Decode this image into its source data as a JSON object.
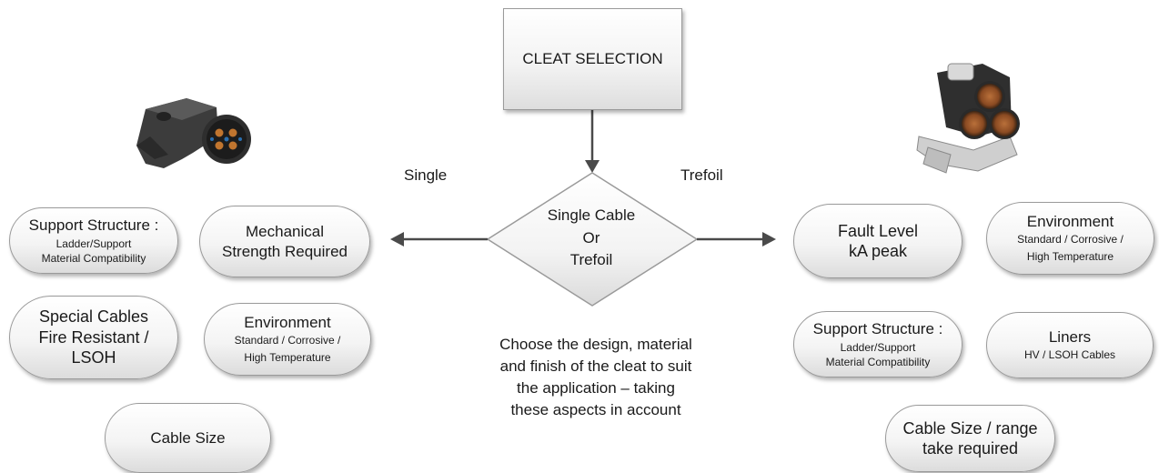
{
  "top_box": "CLEAT SELECTION",
  "decision": {
    "line1": "Single Cable",
    "line2": "Or",
    "line3": "Trefoil"
  },
  "branch_left": "Single",
  "branch_right": "Trefoil",
  "caption": {
    "line1": "Choose the design, material",
    "line2": "and finish of the cleat to suit",
    "line3": "the application – taking",
    "line4": "these aspects in account"
  },
  "left": {
    "support": {
      "title": "Support Structure :",
      "sub1": "Ladder/Support",
      "sub2": "Material Compatibility"
    },
    "mechanical": {
      "line1": "Mechanical",
      "line2": "Strength Required"
    },
    "special": {
      "line1": "Special Cables",
      "line2": "Fire Resistant /",
      "line3": "LSOH"
    },
    "environment": {
      "title": "Environment",
      "sub1": "Standard / Corrosive /",
      "sub2": "High Temperature"
    },
    "cable_size": "Cable Size"
  },
  "right": {
    "fault": {
      "line1": "Fault Level",
      "line2": "kA peak"
    },
    "environment": {
      "title": "Environment",
      "sub1": "Standard / Corrosive /",
      "sub2": "High Temperature"
    },
    "support": {
      "title": "Support Structure :",
      "sub1": "Ladder/Support",
      "sub2": "Material Compatibility"
    },
    "liners": {
      "title": "Liners",
      "sub1": "HV / LSOH Cables"
    },
    "cable_size": {
      "line1": "Cable Size / range",
      "line2": "take required"
    }
  },
  "colors": {
    "arrow": "#4a4a4a",
    "pill_border": "#9a9a9a"
  }
}
